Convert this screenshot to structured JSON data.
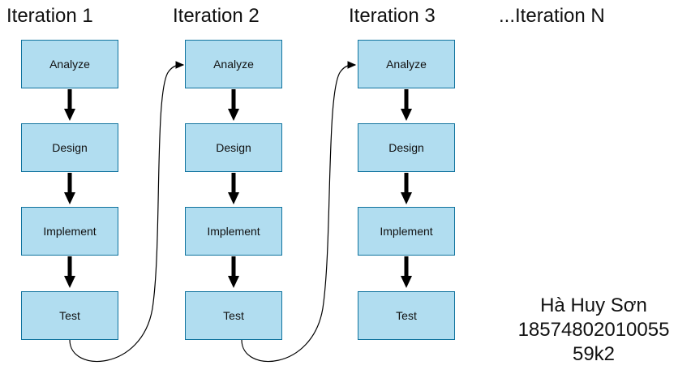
{
  "iterations": [
    {
      "title": "Iteration 1",
      "steps": [
        "Analyze",
        "Design",
        "Implement",
        "Test"
      ]
    },
    {
      "title": "Iteration 2",
      "steps": [
        "Analyze",
        "Design",
        "Implement",
        "Test"
      ]
    },
    {
      "title": "Iteration 3",
      "steps": [
        "Analyze",
        "Design",
        "Implement",
        "Test"
      ]
    }
  ],
  "final_label": "...Iteration N",
  "author": {
    "name": "Hà Huy Sơn",
    "student_id": "18574802010055",
    "class": "59k2"
  },
  "colors": {
    "box_fill": "#b1ddf0",
    "box_border": "#10739e",
    "arrow": "#000000"
  }
}
